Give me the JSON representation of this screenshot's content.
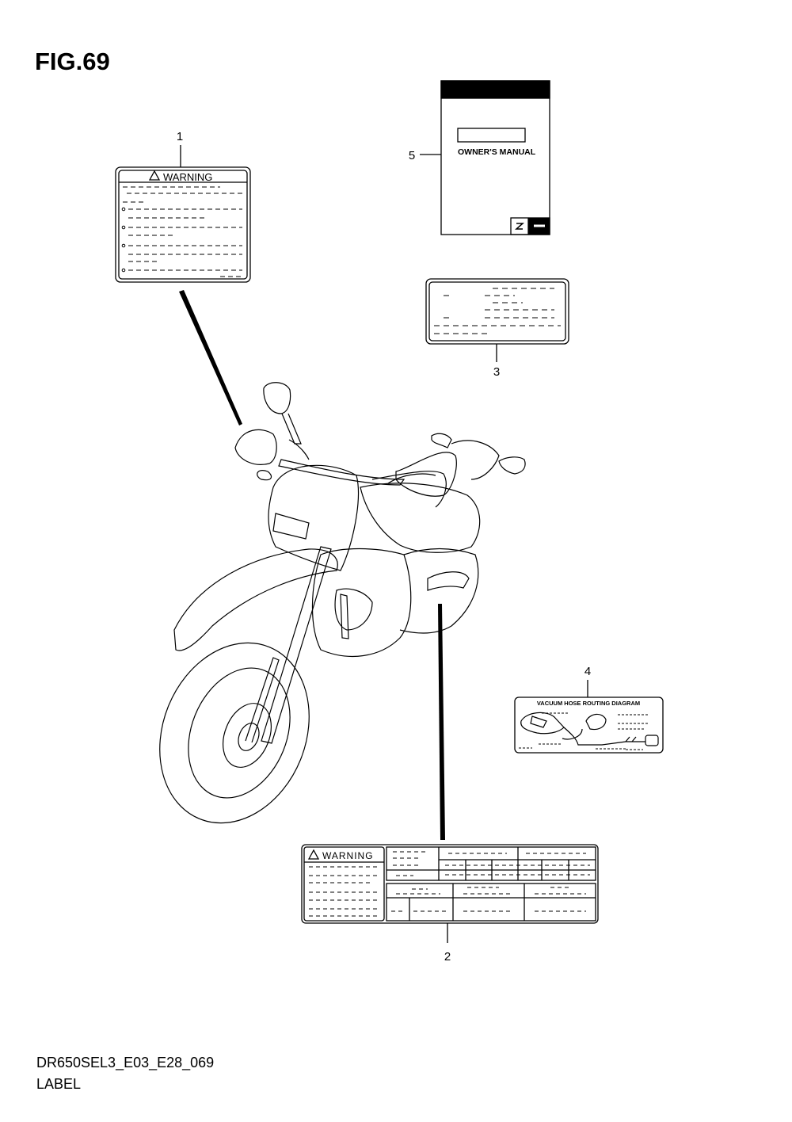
{
  "figure": {
    "title": "FIG.69",
    "model_code": "DR650SEL3_E03_E28_069",
    "section": "LABEL"
  },
  "callouts": [
    {
      "number": "1",
      "part": "warning-label"
    },
    {
      "number": "2",
      "part": "warning-spec-label"
    },
    {
      "number": "3",
      "part": "info-label"
    },
    {
      "number": "4",
      "part": "vacuum-hose-label"
    },
    {
      "number": "5",
      "part": "owners-manual"
    }
  ],
  "labels": {
    "warning_text": "WARNING",
    "owners_manual_text": "OWNER'S MANUAL",
    "vacuum_hose_text": "VACUUM HOSE ROUTING DIAGRAM"
  }
}
